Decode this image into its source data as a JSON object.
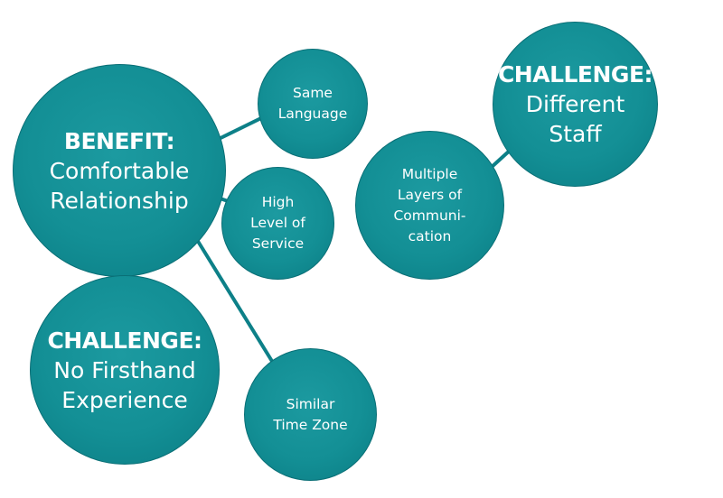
{
  "colors": {
    "bubble": "#138f95",
    "connector": "#0d8088",
    "text": "#ffffff"
  },
  "bubbles": {
    "benefit": {
      "heading": "BENEFIT:",
      "lines": [
        "Comfortable",
        "Relationship"
      ]
    },
    "challenge_firsthand": {
      "heading": "CHALLENGE:",
      "lines": [
        "No Firsthand",
        "Experience"
      ]
    },
    "challenge_staff": {
      "heading": "CHALLENGE:",
      "lines": [
        "Different",
        "Staff"
      ]
    },
    "same_language": {
      "lines": [
        "Same",
        "Language"
      ]
    },
    "high_service": {
      "lines": [
        "High",
        "Level of",
        "Service"
      ]
    },
    "multiple_layers": {
      "lines": [
        "Multiple",
        "Layers of",
        "Communi-",
        "cation"
      ]
    },
    "similar_time": {
      "lines": [
        "Similar",
        "Time Zone"
      ]
    }
  }
}
